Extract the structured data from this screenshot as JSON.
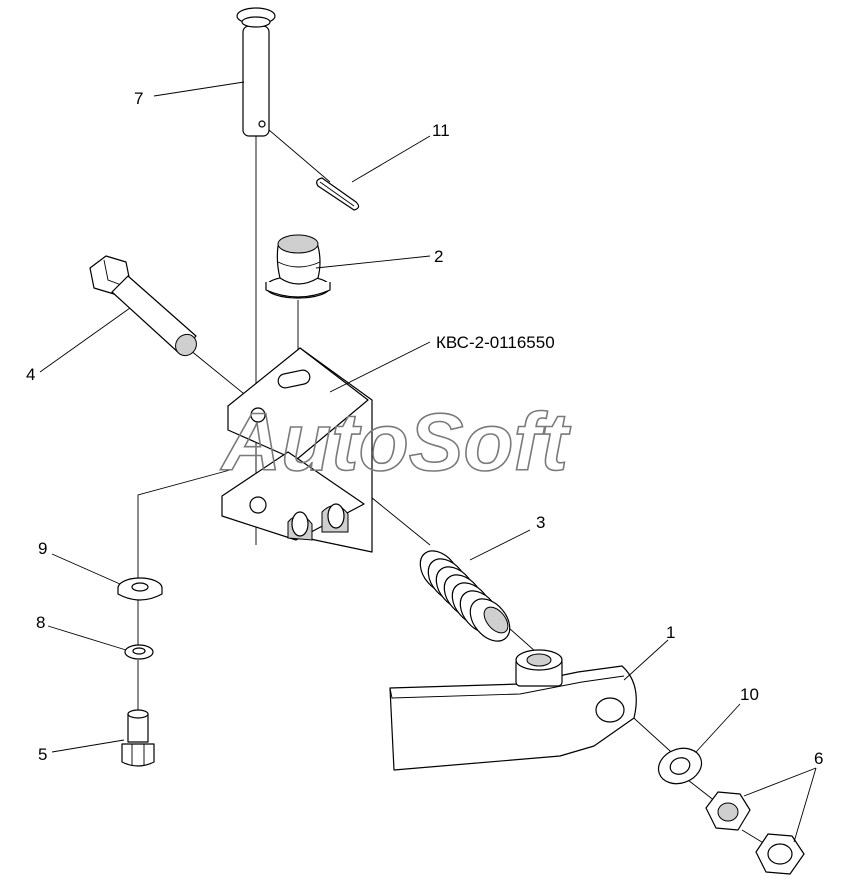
{
  "labels": {
    "l1": "1",
    "l2": "2",
    "l3": "3",
    "l4": "4",
    "l5": "5",
    "l6": "6",
    "l7": "7",
    "l8": "8",
    "l9": "9",
    "l10": "10",
    "l11": "11",
    "assembly": "КВС-2-0116550"
  },
  "watermark": "AutoSoft"
}
